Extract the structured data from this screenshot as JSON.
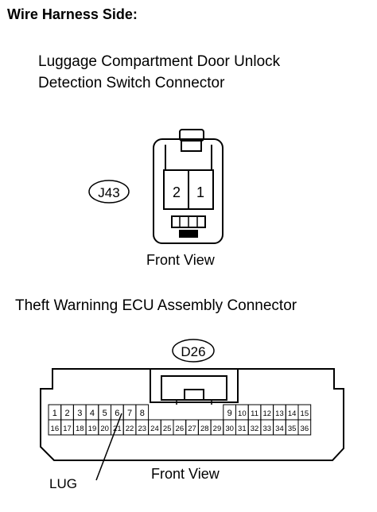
{
  "heading": "Wire Harness Side:",
  "connector_j43": {
    "name_line1": "Luggage Compartment Door Unlock",
    "name_line2": "Detection Switch Connector",
    "code": "J43",
    "view_label": "Front View",
    "pins": [
      "2",
      "1"
    ]
  },
  "connector_d26": {
    "name": "Theft Warninng ECU Assembly Connector",
    "code": "D26",
    "view_label": "Front View",
    "row1_pins": [
      "1",
      "2",
      "3",
      "4",
      "5",
      "6",
      "7",
      "8",
      "9",
      "10",
      "11",
      "12",
      "13",
      "14",
      "15"
    ],
    "row2_pins": [
      "16",
      "17",
      "18",
      "19",
      "20",
      "21",
      "22",
      "23",
      "24",
      "25",
      "26",
      "27",
      "28",
      "29",
      "30",
      "31",
      "32",
      "33",
      "34",
      "35",
      "36"
    ],
    "callout": "LUG"
  }
}
